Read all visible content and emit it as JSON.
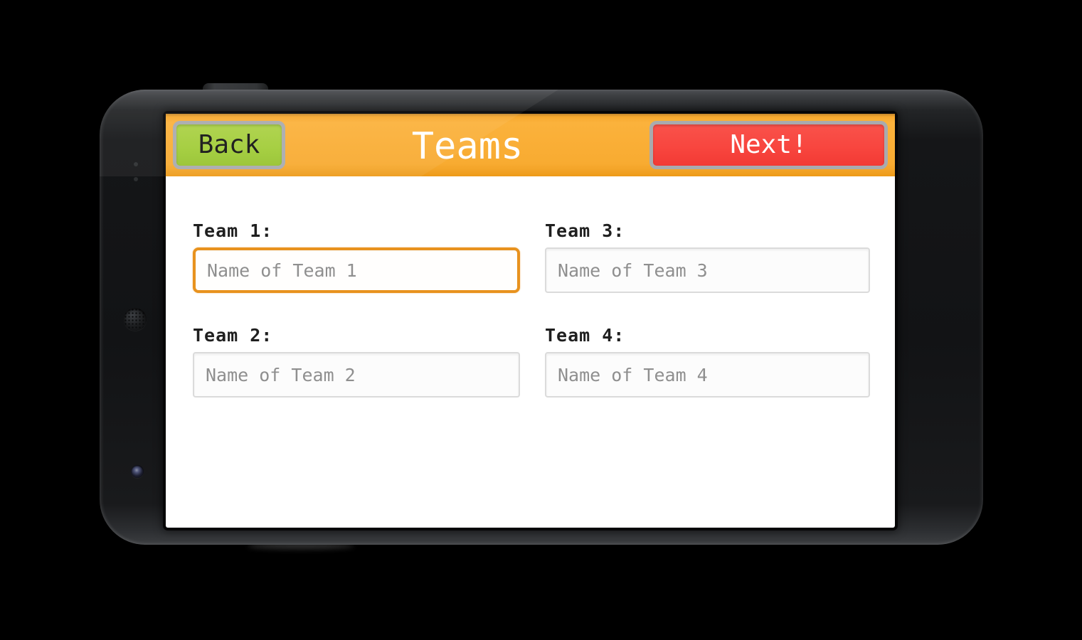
{
  "screen": {
    "title": "Teams",
    "back_label": "Back",
    "next_label": "Next!"
  },
  "teams": [
    {
      "label": "Team 1:",
      "placeholder": "Name of Team 1",
      "focused": true
    },
    {
      "label": "Team 2:",
      "placeholder": "Name of Team 2",
      "focused": false
    },
    {
      "label": "Team 3:",
      "placeholder": "Name of Team 3",
      "focused": false
    },
    {
      "label": "Team 4:",
      "placeholder": "Name of Team 4",
      "focused": false
    }
  ],
  "colors": {
    "background": "#000000",
    "header_orange": "#F8AB31",
    "header_orange_deep": "#ED9A17",
    "back_green": "#A2CD39",
    "next_red": "#F8463F",
    "button_border_gray": "#A9ABAE",
    "title_white": "#FFFFFF",
    "label_dark": "#1F1F1F",
    "placeholder_gray": "#8F8F8F",
    "input_border_gray": "#DBDBDB",
    "input_focus_border_orange": "#E8921E",
    "phone_body_dark": "#17181A"
  },
  "device": {
    "hardware": [
      "volume-button",
      "earpiece-speaker",
      "front-camera",
      "sensor-dots"
    ]
  }
}
